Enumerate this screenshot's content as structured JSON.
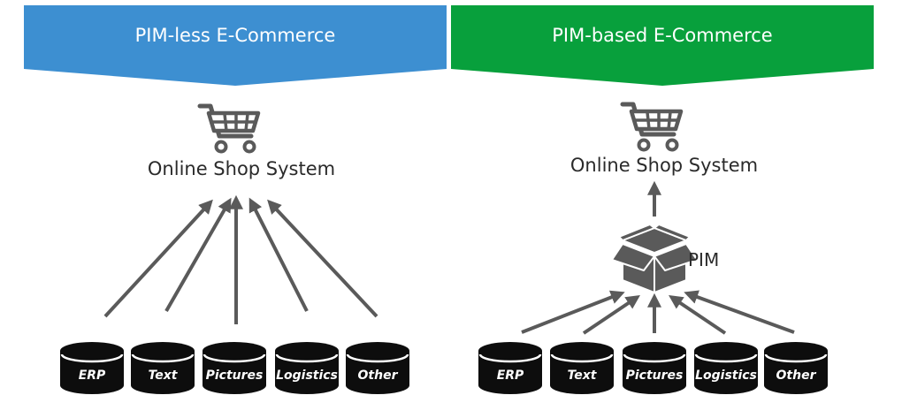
{
  "colors": {
    "left_banner": "#3d8fd1",
    "right_banner": "#08a03c",
    "icon": "#5a5a5a",
    "arrow": "#5a5a5a",
    "db": "#0d0d0d",
    "db_outline": "#ffffff"
  },
  "left": {
    "title": "PIM-less E-Commerce",
    "shop_icon": "shopping-cart-icon",
    "shop_label": "Online Shop System",
    "sources": [
      "ERP",
      "Text",
      "Pictures",
      "Logistics",
      "Other"
    ]
  },
  "right": {
    "title": "PIM-based E-Commerce",
    "shop_icon": "shopping-cart-icon",
    "shop_label": "Online Shop System",
    "pim_icon": "open-box-icon",
    "pim_label": "PIM",
    "sources": [
      "ERP",
      "Text",
      "Pictures",
      "Logistics",
      "Other"
    ]
  }
}
